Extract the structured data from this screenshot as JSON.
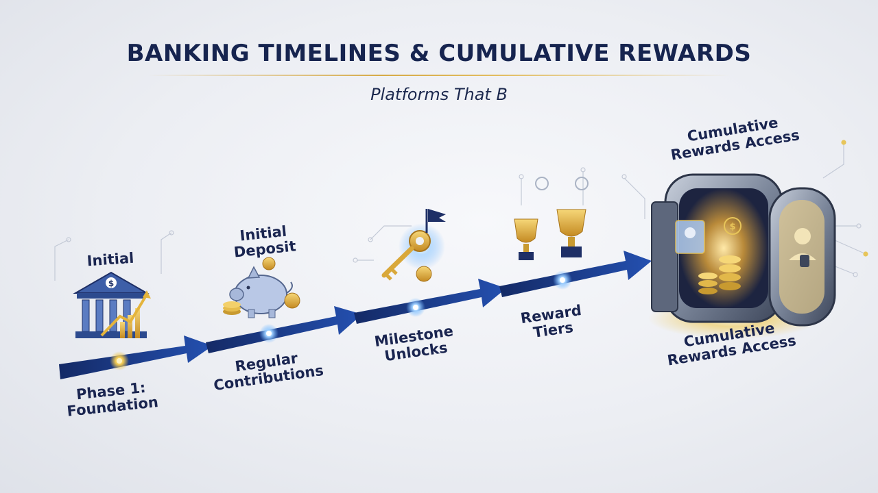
{
  "title": "BANKING TIMELINES & CUMULATIVE REWARDS",
  "subtitle": "Platforms That B",
  "labels": {
    "initial": "Initial",
    "initial_deposit": [
      "Initial",
      "Deposit"
    ],
    "rewards_access_top": [
      "Cumulative",
      "Rewards Access"
    ],
    "phase1": [
      "Phase 1:",
      "Foundation"
    ],
    "regular_contributions": [
      "Regular",
      "Contributions"
    ],
    "milestone_unlocks": [
      "Milestone",
      "Unlocks"
    ],
    "reward_tiers": [
      "Reward",
      "Tiers"
    ],
    "rewards_access_bottom": [
      "Cumulative",
      "Rewards Access"
    ]
  },
  "icons": {
    "stage1": "bank-growth-icon",
    "stage2": "piggy-bank-icon",
    "stage3": "key-flag-icon",
    "stage4": "trophy-icon",
    "stage5": "vault-icon",
    "coin_symbol": "$"
  },
  "colors": {
    "navy": "#16244f",
    "arrow": "#1c3a86",
    "gold": "#d6aa46",
    "glow": "#6fb4ff"
  }
}
